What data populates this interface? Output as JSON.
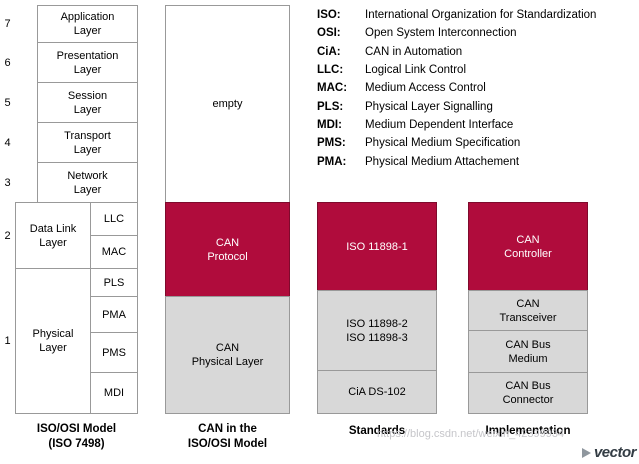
{
  "colors": {
    "red": "#b00c3c",
    "redDark": "#7e0a2c",
    "gray": "#d8d8d8",
    "border": "#999999"
  },
  "osi": {
    "title": "ISO/OSI Model\n(ISO 7498)",
    "upper_layers": [
      {
        "num": "7",
        "label": "Application\nLayer"
      },
      {
        "num": "6",
        "label": "Presentation\nLayer"
      },
      {
        "num": "5",
        "label": "Session\nLayer"
      },
      {
        "num": "4",
        "label": "Transport\nLayer"
      },
      {
        "num": "3",
        "label": "Network\nLayer"
      }
    ],
    "datalink": {
      "num": "2",
      "label": "Data Link\nLayer",
      "sub": [
        "LLC",
        "MAC"
      ]
    },
    "physical": {
      "num": "1",
      "label": "Physical\nLayer",
      "sub": [
        "PLS",
        "PMA",
        "PMS",
        "MDI"
      ]
    }
  },
  "can": {
    "title": "CAN in the\nISO/OSI Model",
    "empty": "empty",
    "protocol": "CAN\nProtocol",
    "physical": "CAN\nPhysical Layer"
  },
  "standards": {
    "title": "Standards",
    "iso1": "ISO 11898-1",
    "iso23": "ISO 11898-2\nISO 11898-3",
    "cia": "CiA DS-102"
  },
  "implementation": {
    "title": "Implementation",
    "controller": "CAN\nController",
    "transceiver": "CAN\nTransceiver",
    "medium": "CAN Bus\nMedium",
    "connector": "CAN Bus\nConnector"
  },
  "legend": {
    "items": [
      {
        "abbr": "ISO:",
        "desc": "International Organization for Standardization"
      },
      {
        "abbr": "OSI:",
        "desc": "Open System Interconnection"
      },
      {
        "abbr": "CiA:",
        "desc": "CAN in Automation"
      },
      {
        "abbr": "LLC:",
        "desc": "Logical Link Control"
      },
      {
        "abbr": "MAC:",
        "desc": "Medium Access Control"
      },
      {
        "abbr": "PLS:",
        "desc": "Physical Layer Signalling"
      },
      {
        "abbr": "MDI:",
        "desc": "Medium Dependent Interface"
      },
      {
        "abbr": "PMS:",
        "desc": "Physical Medium Specification"
      },
      {
        "abbr": "PMA:",
        "desc": "Physical Medium Attachement"
      }
    ]
  },
  "watermark": "https://blog.csdn.net/weixin_42399934",
  "logo_text": "vector"
}
